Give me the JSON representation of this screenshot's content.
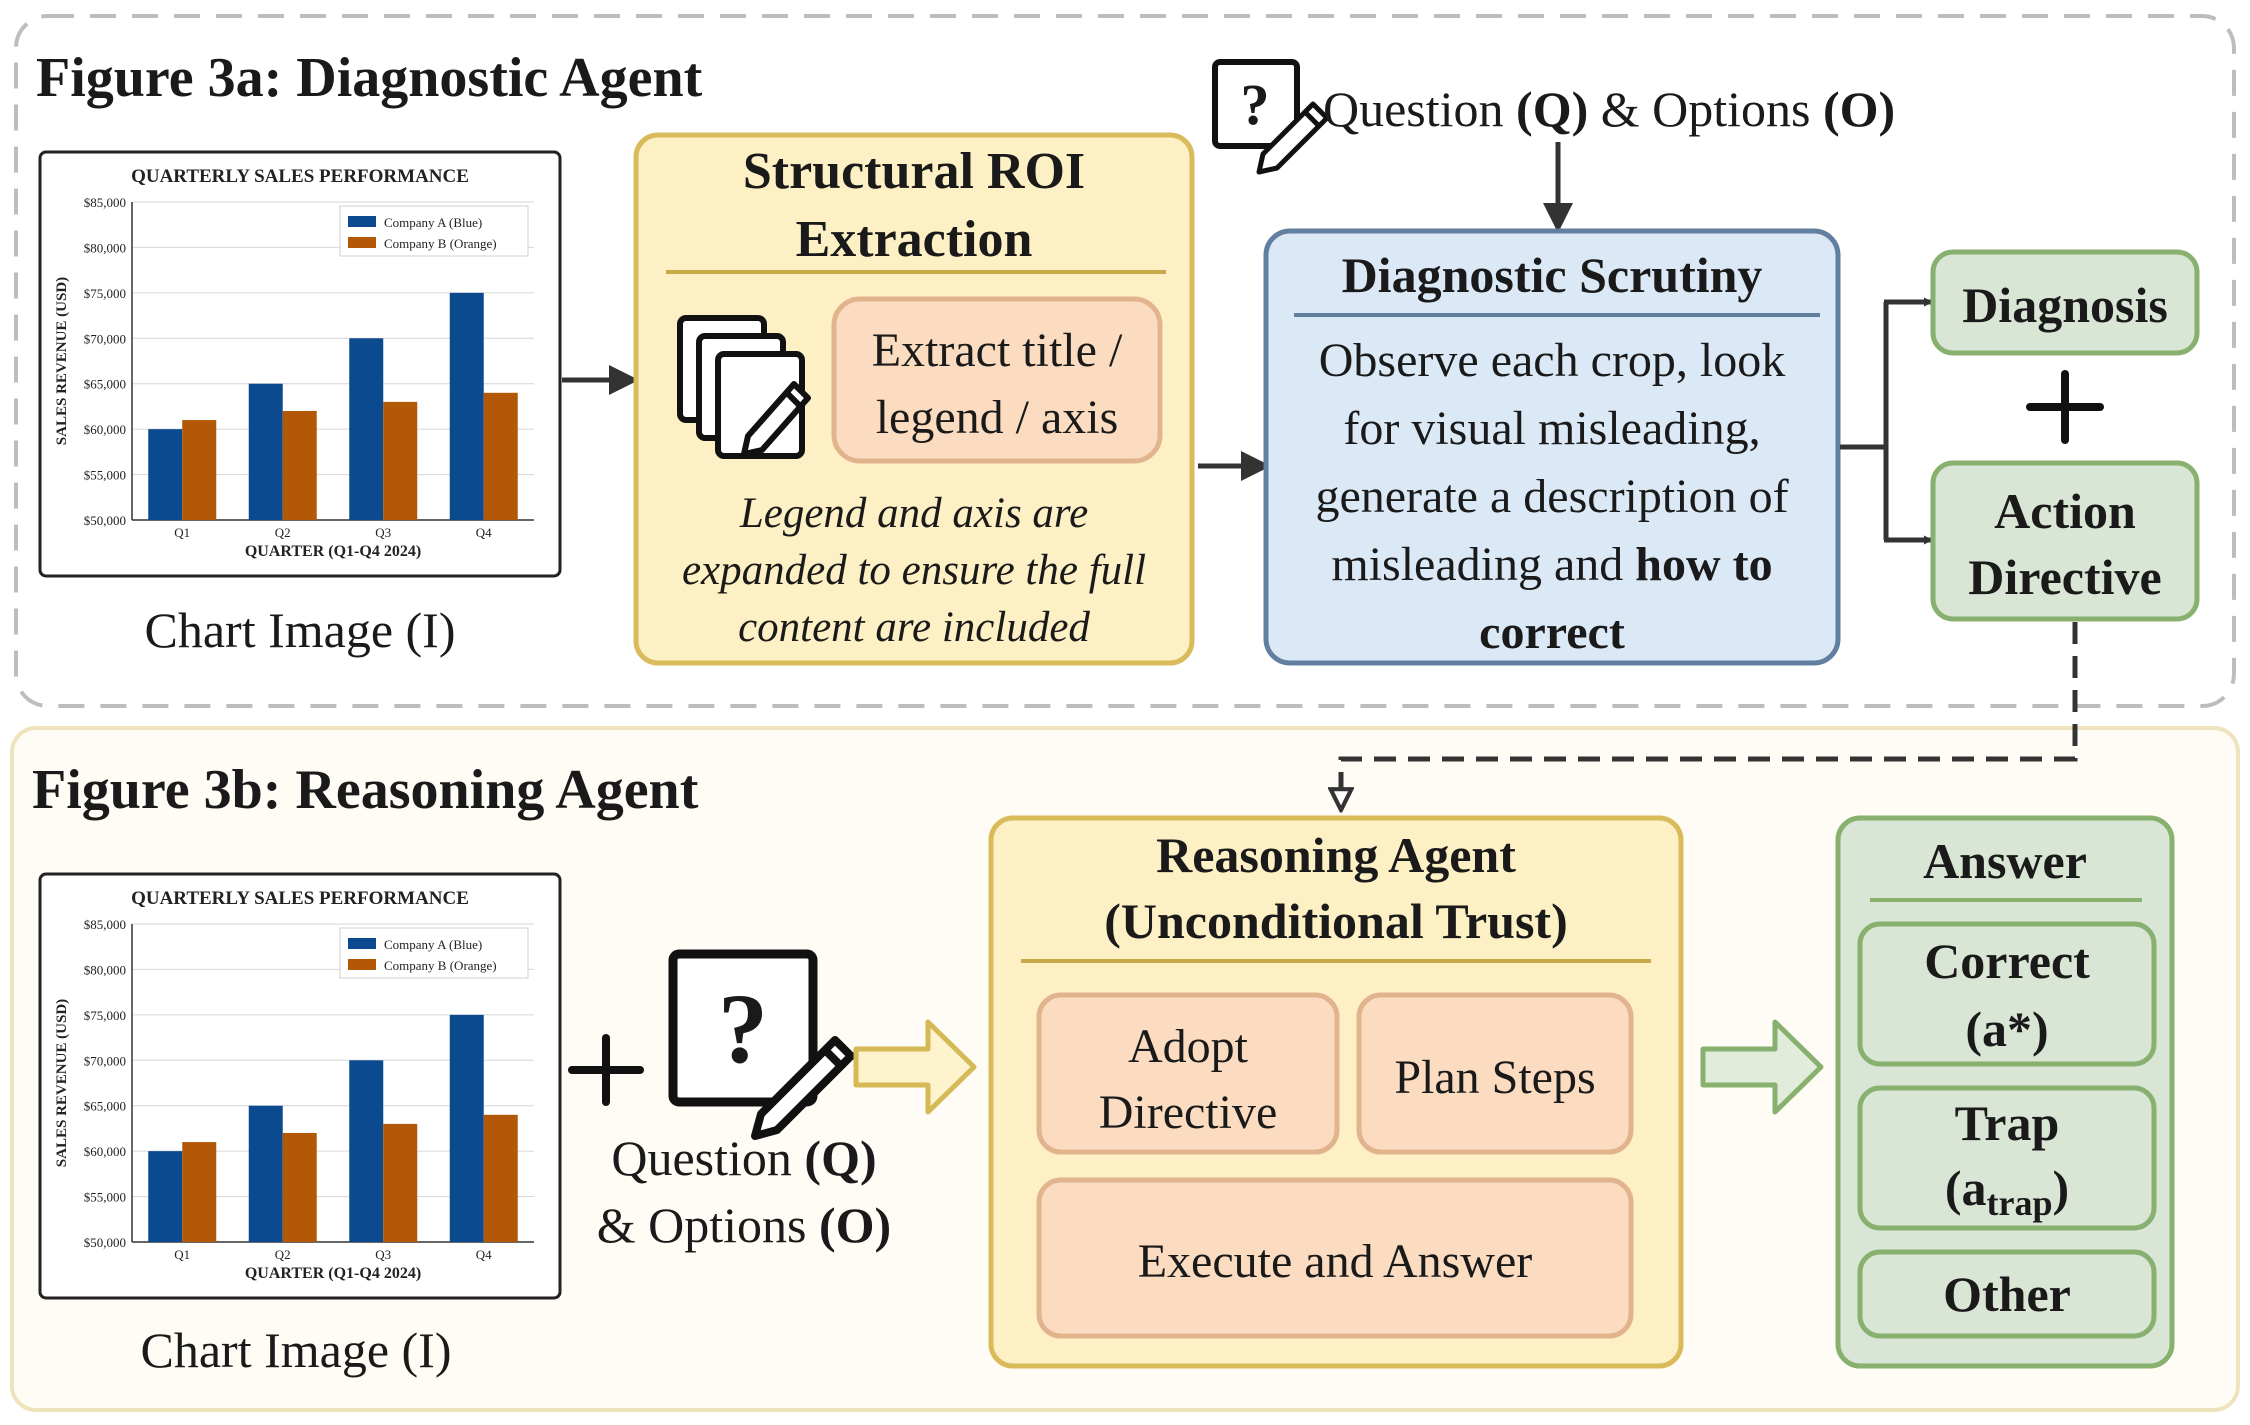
{
  "fig3a": {
    "title": "Figure 3a: Diagnostic Agent",
    "chart_caption": "Chart Image (I)",
    "roi": {
      "title_line1": "Structural ROI",
      "title_line2": "Extraction",
      "extract_line1": "Extract title /",
      "extract_line2": "legend / axis",
      "note_line1": "Legend and axis are",
      "note_line2": "expanded to ensure the full",
      "note_line3": "content are included"
    },
    "question": {
      "prefix": "Question ",
      "q": "(Q)",
      "mid": " & Options ",
      "o": "(O)"
    },
    "scrutiny": {
      "title": "Diagnostic Scrutiny",
      "line1": "Observe each crop, look",
      "line2": "for visual misleading,",
      "line3": "generate a description of",
      "line4_normal": "misleading and ",
      "line4_bold": "how to",
      "line5_bold": "correct"
    },
    "diagnosis": "Diagnosis",
    "plus": "+",
    "action_line1": "Action",
    "action_line2": "Directive"
  },
  "fig3b": {
    "title": "Figure 3b: Reasoning Agent",
    "chart_caption": "Chart Image (I)",
    "plus": "+",
    "question_line1_prefix": "Question ",
    "question_q": "(Q)",
    "question_line2_prefix": "& Options ",
    "question_o": "(O)",
    "reasoning": {
      "title_line1": "Reasoning Agent",
      "title_line2": "(Unconditional Trust)",
      "adopt_line1": "Adopt",
      "adopt_line2": "Directive",
      "plan": "Plan Steps",
      "execute": "Execute and Answer"
    },
    "answer": {
      "title": "Answer",
      "correct_line1": "Correct",
      "correct_line2": "(a*)",
      "trap_line1": "Trap",
      "trap_base": "(a",
      "trap_sub": "trap",
      "trap_close": ")",
      "other": "Other"
    }
  },
  "chart_data": {
    "type": "bar",
    "title": "QUARTERLY SALES PERFORMANCE",
    "xlabel": "QUARTER (Q1-Q4 2024)",
    "ylabel": "SALES REVENUE (USD)",
    "categories": [
      "Q1",
      "Q2",
      "Q3",
      "Q4"
    ],
    "ylim": [
      50000,
      85000
    ],
    "yticks": [
      "$50,000",
      "$55,000",
      "$60,000",
      "$65,000",
      "$70,000",
      "$75,000",
      "$80,000",
      "$85,000"
    ],
    "grid": true,
    "legend_position": "top-right",
    "series": [
      {
        "name": "Company A (Blue)",
        "values": [
          60000,
          65000,
          70000,
          75000
        ],
        "color": "#0b4a8e"
      },
      {
        "name": "Company B (Orange)",
        "values": [
          61000,
          62000,
          63000,
          64000
        ],
        "color": "#b35806"
      }
    ]
  },
  "colors": {
    "yellow_fill": "#fdf0c4",
    "yellow_stroke": "#d9bb5c",
    "peach_fill": "#fbdcc0",
    "peach_stroke": "#e2b48e",
    "blue_fill": "#dbe8f6",
    "blue_stroke": "#637fa0",
    "green_fill": "#d9e6d5",
    "green_stroke": "#88b06f",
    "panel_b_fill": "#fefcf4",
    "panel_b_stroke": "#efe3bd"
  },
  "icons": [
    "question-edit-icon",
    "documents-edit-icon",
    "hollow-arrow-icon"
  ]
}
